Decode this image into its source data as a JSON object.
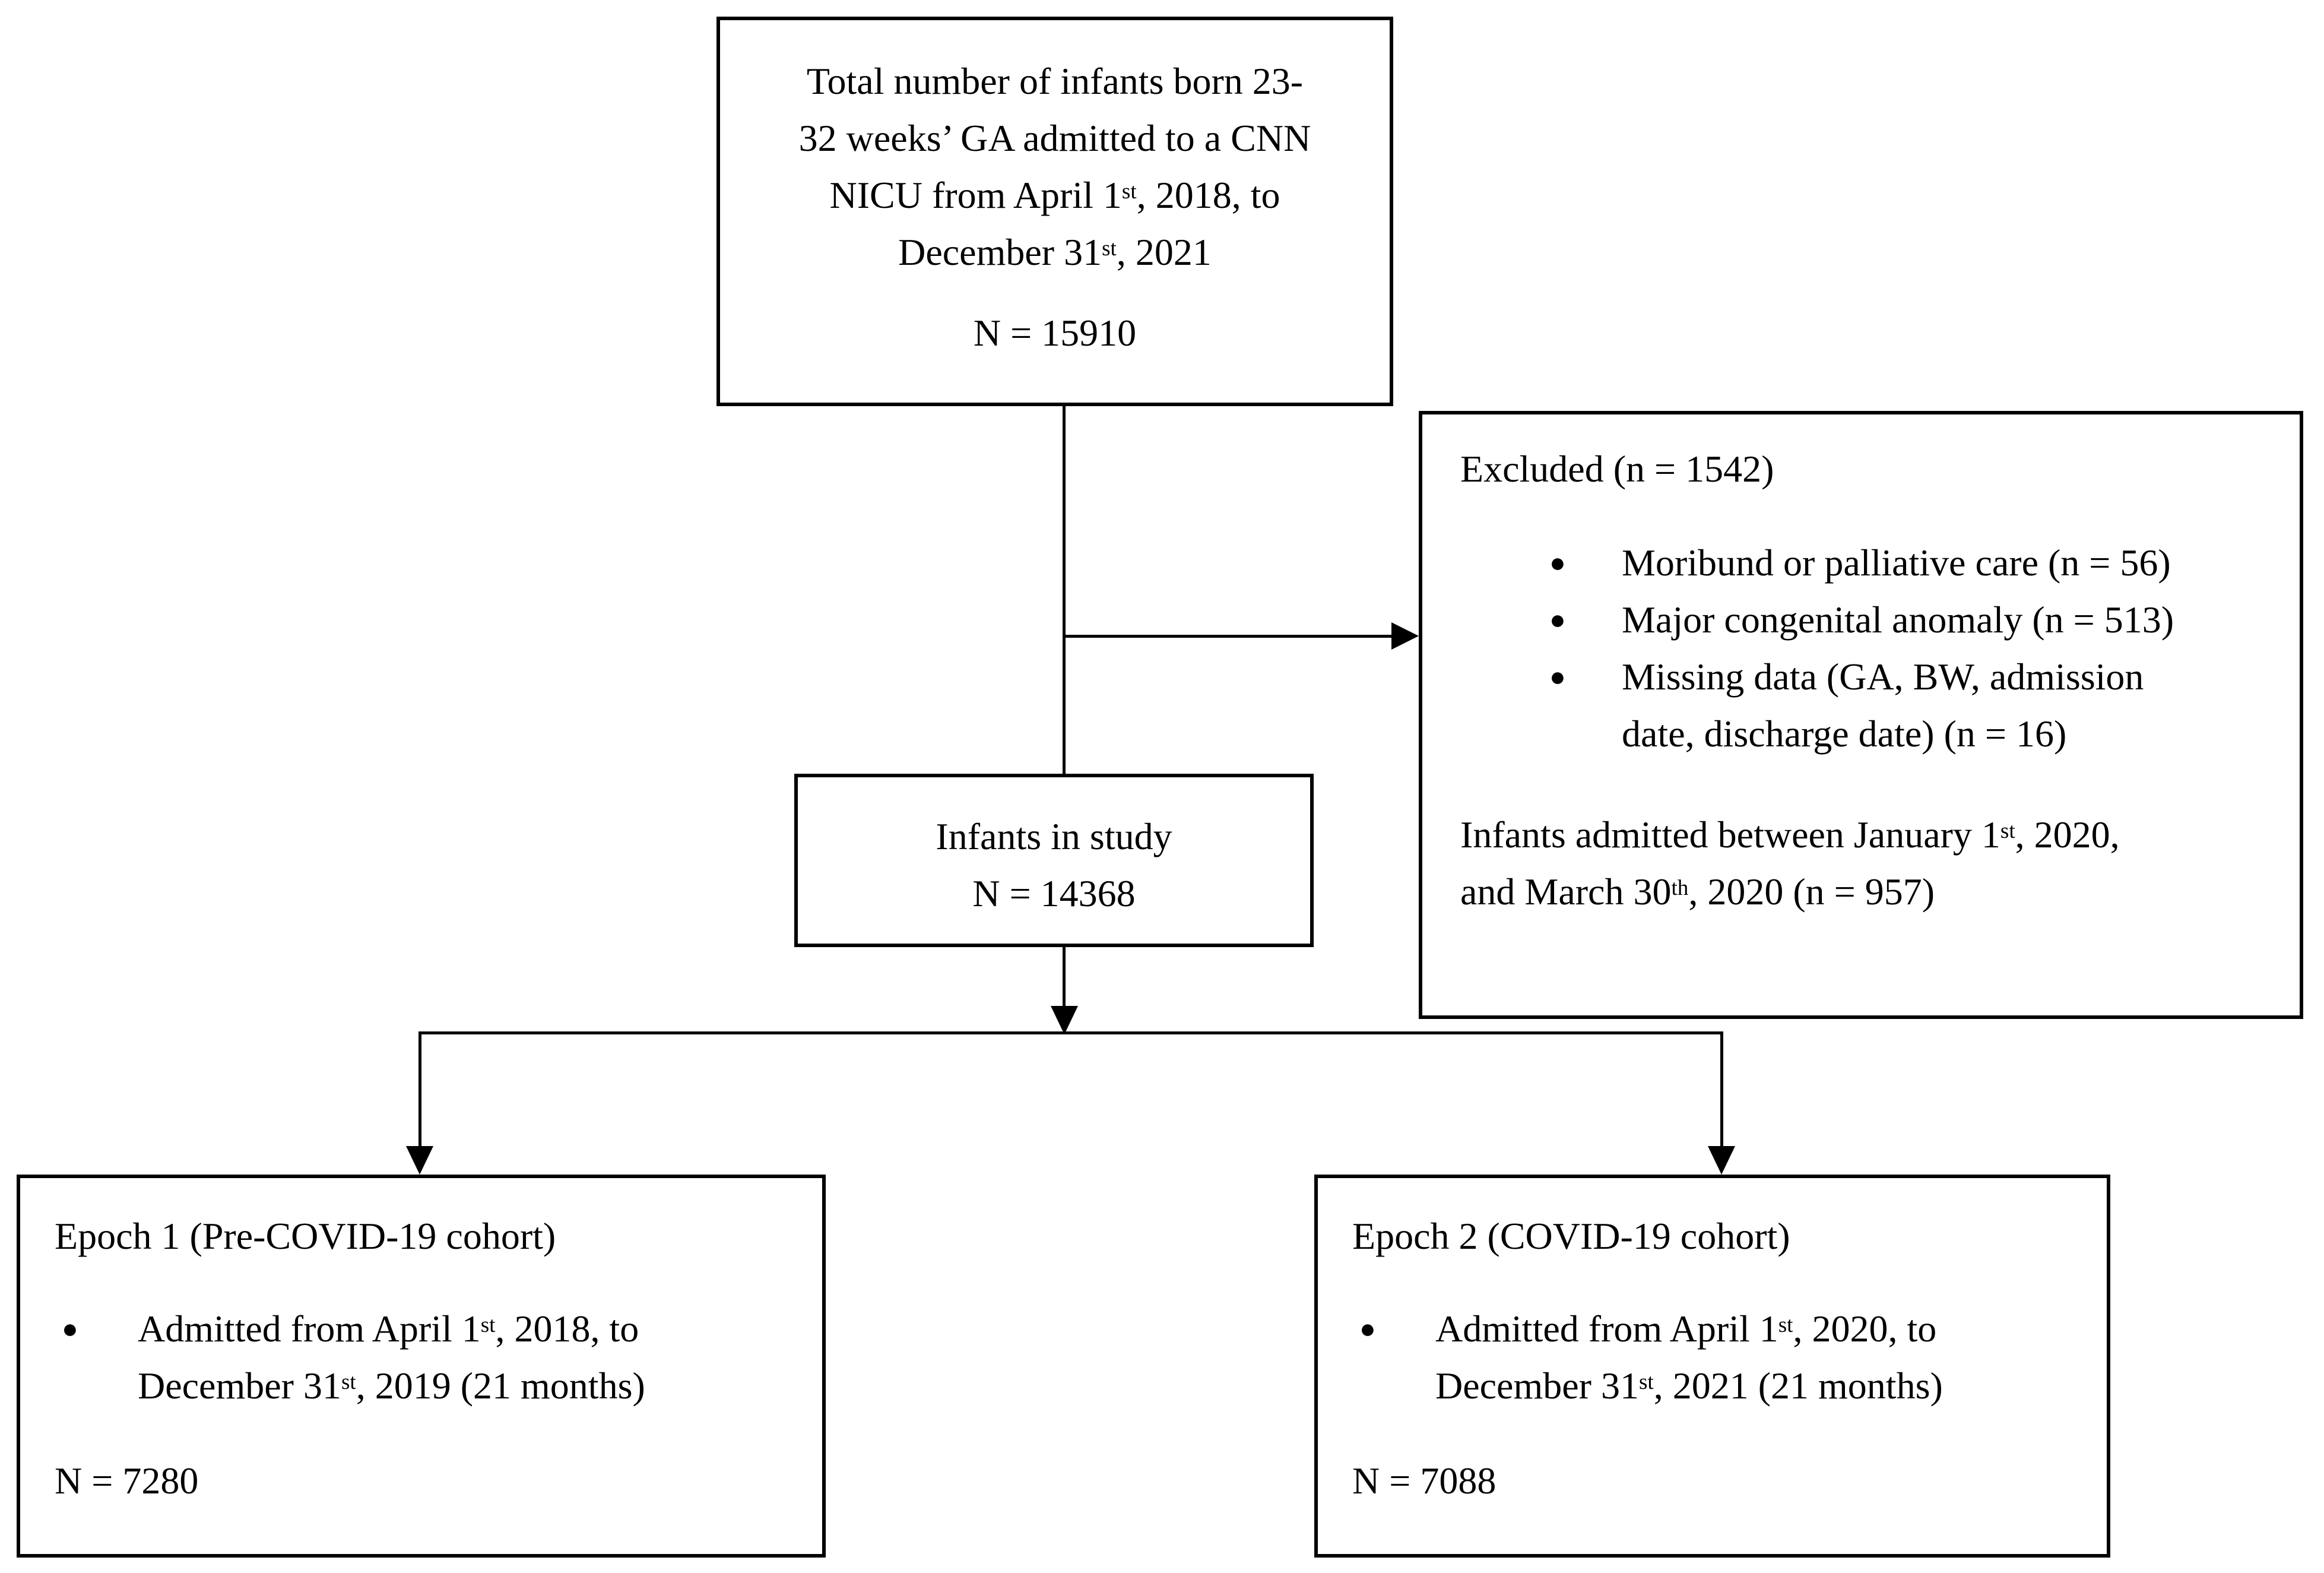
{
  "colors": {
    "line": "#000000",
    "background": "#ffffff",
    "text": "#000000"
  },
  "glyphs": {
    "bullet": "●"
  },
  "top_box": {
    "line1": "Total number of infants born 23-",
    "line2": "32 weeks’ GA admitted to a CNN",
    "line3": {
      "pre": "NICU from April 1",
      "sup": "st",
      "post": ", 2018, to"
    },
    "line4": {
      "pre": "December 31",
      "sup": "st",
      "post": ", 2021"
    },
    "n": "N = 15910"
  },
  "excluded_box": {
    "title": "Excluded (n = 1542)",
    "bullet1": "Moribund or palliative care (n = 56)",
    "bullet2": "Major congenital anomaly (n = 513)",
    "bullet3_line1": "Missing data (GA, BW, admission",
    "bullet3_line2": "date, discharge date) (n = 16)",
    "note_line1": {
      "pre": "Infants admitted between January 1",
      "sup": "st",
      "post": ", 2020,"
    },
    "note_line2": {
      "pre": "and March 30",
      "sup": "th",
      "post": ", 2020 (n = 957)"
    }
  },
  "study_box": {
    "line1": "Infants in study",
    "n": "N = 14368"
  },
  "epoch1_box": {
    "title": "Epoch 1 (Pre-COVID-19 cohort)",
    "bullet_line1": {
      "pre": "Admitted from April 1",
      "sup": "st",
      "post": ", 2018, to"
    },
    "bullet_line2": {
      "pre": "December 31",
      "sup": "st",
      "post": ", 2019 (21 months)"
    },
    "n": "N = 7280"
  },
  "epoch2_box": {
    "title": "Epoch 2 (COVID-19 cohort)",
    "bullet_line1": {
      "pre": "Admitted from April 1",
      "sup": "st",
      "post": ", 2020, to"
    },
    "bullet_line2": {
      "pre": "December 31",
      "sup": "st",
      "post": ", 2021 (21 months)"
    },
    "n": "N = 7088"
  }
}
